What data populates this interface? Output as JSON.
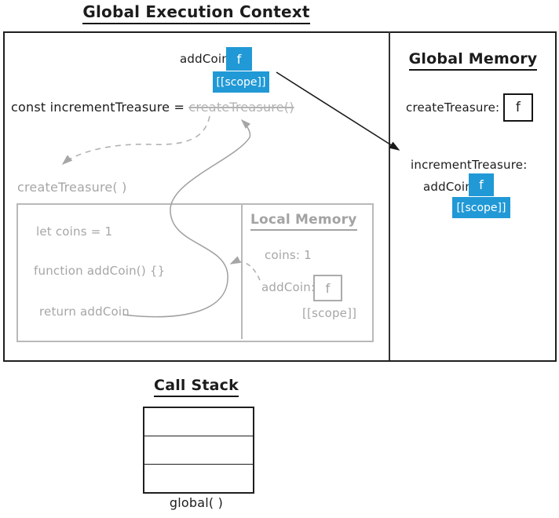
{
  "title": "Global Execution Context",
  "colors": {
    "accent_blue": "#2199d6",
    "sketch_gray": "#a6a6a6"
  },
  "context": {
    "addcoin_label": "addCoin",
    "addcoin_f": "f",
    "addcoin_scope": "[[scope]]",
    "assignment_prefix": "const incrementTreasure = ",
    "assignment_struck": "createTreasure()",
    "ghost_call": "createTreasure( )",
    "code_lines": [
      "let coins = 1",
      "function addCoin() {}",
      "return addCoin"
    ],
    "local_memory": {
      "title": "Local Memory",
      "coins_entry": "coins: 1",
      "addcoin_key": "addCoin:",
      "addcoin_f": "f",
      "scope_label": "[[scope]]"
    }
  },
  "global_memory": {
    "title": "Global Memory",
    "create_treasure_key": "createTreasure:",
    "create_treasure_f": "f",
    "increment_treasure_key": "incrementTreasure:",
    "addcoin_label": "addCoin",
    "addcoin_f": "f",
    "addcoin_scope": "[[scope]]"
  },
  "call_stack": {
    "title": "Call Stack",
    "caption": "global( )"
  }
}
